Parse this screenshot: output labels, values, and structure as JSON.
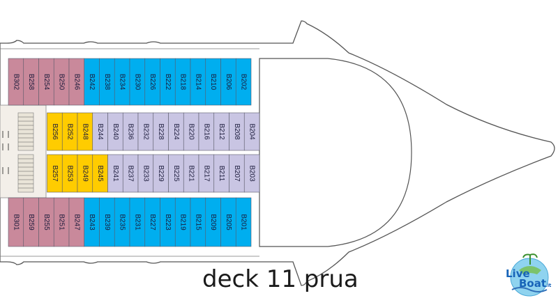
{
  "caption": "deck 11 prua",
  "logo": {
    "line1": "Live",
    "line2": "Boat",
    "suffix": ".it"
  },
  "colors": {
    "pink": "#c9899b",
    "blue": "#00aeef",
    "lavender": "#c9c5e3",
    "yellow": "#ffcc00",
    "hull": "#ffffff",
    "outline": "#555555"
  },
  "rows": {
    "top_outer": [
      "B302",
      "B258",
      "B254",
      "B250",
      "B246",
      "B242",
      "B238",
      "B234",
      "B230",
      "B226",
      "B222",
      "B218",
      "B214",
      "B210",
      "B206",
      "B202"
    ],
    "top_inner": [
      "B256",
      "B252",
      "B248",
      "B244",
      "B240",
      "B236",
      "B232",
      "B228",
      "B224",
      "B220",
      "B216",
      "B212",
      "B208",
      "B204"
    ],
    "bottom_inner": [
      "B257",
      "B253",
      "B249",
      "B245",
      "B241",
      "B237",
      "B233",
      "B229",
      "B225",
      "B221",
      "B217",
      "B211",
      "B207",
      "B203"
    ],
    "bottom_outer": [
      "B301",
      "B259",
      "B255",
      "B251",
      "B247",
      "B243",
      "B239",
      "B235",
      "B231",
      "B227",
      "B223",
      "B219",
      "B215",
      "B209",
      "B205",
      "B201"
    ]
  }
}
